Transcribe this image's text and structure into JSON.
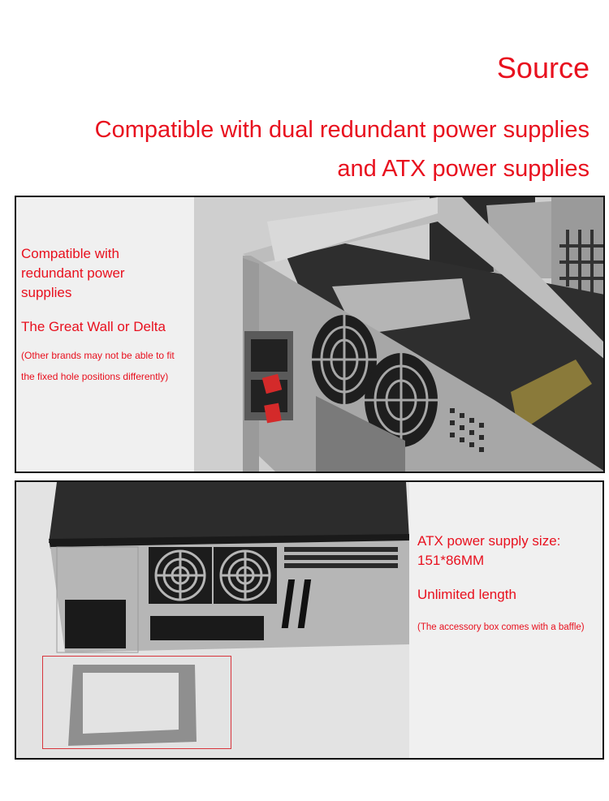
{
  "header": {
    "title": "Source",
    "subtitle_line1": "Compatible with dual redundant power supplies",
    "subtitle_line2": "and ATX power supplies"
  },
  "panels": [
    {
      "id": "redundant",
      "lines": [
        "Compatible with",
        "redundant power",
        "supplies"
      ],
      "brand_line": "The Great Wall or Delta",
      "note_line1": "(Other brands may not be able to fit",
      "note_line2": "the fixed hole positions differently)",
      "image_alt": "Open server chassis rear view with dual redundant PSU modules with red tabs and two rear fans"
    },
    {
      "id": "atx",
      "size_line1": "ATX power supply size:",
      "size_line2": "151*86MM",
      "length_line": "Unlimited length",
      "note_line": "(The accessory box comes with a baffle)",
      "image_alt": "Chassis rear with ATX PSU opening, two fans, PCI slots, and a metal adapter baffle plate highlighted in red box"
    }
  ],
  "colors": {
    "accent_text": "#e8101e",
    "panel_bg": "#f0f0f0",
    "panel_border": "#111111",
    "highlight_box": "#d8353c"
  }
}
